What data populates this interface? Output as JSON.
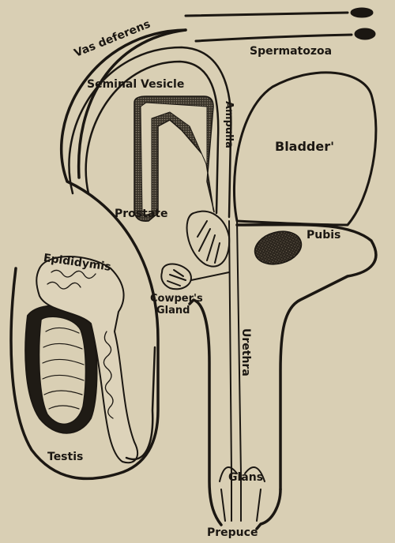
{
  "labels": {
    "vas_deferens": "Vas deferens",
    "spermatozoa": "Spermatozoa",
    "seminal_vesicle": "Seminal Vesicle",
    "ampulla": "Ampulla",
    "bladder": "Bladder'",
    "prostate": "Prostate",
    "pubis": "Pubis",
    "epididymis": "Epididymis",
    "cowpers_gland_line1": "Cowper's",
    "cowpers_gland_line2": "Gland",
    "urethra": "Urethra",
    "testis": "Testis",
    "glans": "Glans",
    "prepuce": "Prepuce"
  },
  "colors": {
    "paper": "#d9cfb4",
    "ink": "#1b1712"
  }
}
